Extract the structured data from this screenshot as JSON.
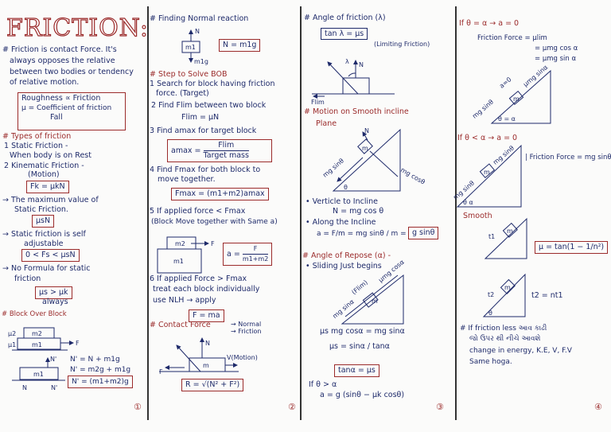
{
  "col1": {
    "title": "FRICTION:",
    "intro": [
      "# Friction is contact Force. It's",
      "always opposes the relative",
      "between two bodies or tendency",
      "of relative motion."
    ],
    "box1": [
      "Roughness ∝ Friction",
      "μ = Coefficient of friction",
      "Fall"
    ],
    "types_heading": "# Types of friction",
    "types": [
      "1 Static Friction -",
      "When body is on Rest",
      "2 Kinematic Friction -",
      "(Motion)"
    ],
    "fk": "Fk = μkN",
    "max_static": [
      "→ The maximum value of",
      "Static Friction."
    ],
    "max_static_box": "μsN",
    "self_adjust": [
      "→ Static friction is self",
      "adjustable"
    ],
    "self_adjust_box": "0 < Fs < μsN",
    "no_formula": [
      "→ No Formula for static",
      "friction"
    ],
    "mus_box": "μs > μk",
    "always": "always",
    "bob_heading": "# Block Over Block",
    "diagram": {
      "m2": "m2",
      "m1": "m1",
      "mu2": "μ2",
      "mu1": "μ1",
      "F": "F",
      "N": "N",
      "Nprime": "N'",
      "Nprime_up": "N'"
    },
    "eqs": [
      "N' = N + m1g",
      "N' = m2g + m1g"
    ],
    "eq_box": "N' = (m1+m2)g",
    "page": "①"
  },
  "col2": {
    "normal_heading": "# Finding Normal reaction",
    "normal_diagram": {
      "N": "N",
      "m1": "m1",
      "weight": "m1g"
    },
    "normal_box": "N = m1g",
    "steps_heading": "# Step to Solve BOB",
    "steps": [
      "1 Search for block having friction",
      "force. (Target)",
      "2 Find Flim between two block",
      "Flim = μN",
      "3 Find amax for target block"
    ],
    "amax": {
      "lhs": "amax =",
      "num": "Flim",
      "den": "Target mass"
    },
    "step4": [
      "4 Find Fmax for both block to",
      "move together."
    ],
    "fmax_box": "Fmax = (m1+m2)amax",
    "step5": [
      "5 If applied force < Fmax",
      "(Block Move together with Same a)"
    ],
    "step5_diagram": {
      "m2": "m2",
      "m1": "m1",
      "F": "F"
    },
    "a_box": {
      "lhs": "a =",
      "num": "F",
      "den": "m1+m2"
    },
    "step6": [
      "6 If applied Force > Fmax",
      "treat each block individually",
      "use NLH → apply"
    ],
    "fma_box": "F = ma",
    "contact_heading": "# Contact Force",
    "contact_types": [
      "→ Normal",
      "→ Friction"
    ],
    "contact_diagram": {
      "N": "N",
      "m": "m",
      "V": "V(Motion)",
      "F": "F"
    },
    "r_box": "R = √(N² + F²)",
    "page": "②"
  },
  "col3": {
    "angle_heading": "# Angle of friction (λ)",
    "tan_box": "tan λ = μs",
    "limiting": "(Limiting Friction)",
    "angle_diagram": {
      "lambda": "λ",
      "N": "N",
      "flim": "Flim"
    },
    "smooth_heading": [
      "# Motion on Smooth incline",
      "Plane"
    ],
    "smooth_diagram": {
      "N": "N",
      "m": "m",
      "mgsin": "mg sinθ",
      "mgcos": "mg cosθ",
      "theta": "θ"
    },
    "perp": [
      "• Verticle to Incline",
      "N = mg cos θ"
    ],
    "along": [
      "• Along the Incline",
      "a = F/m = mg sinθ / m ="
    ],
    "gsin_box": "g sinθ",
    "repose_heading": "# Angle of Repose (α) -",
    "repose_sub": "• Sliding Just begins",
    "repose_diagram": {
      "m": "m",
      "mgsin": "mg sinα",
      "flim": "(Flim)",
      "mgcos": "μmg cosα"
    },
    "repose_eqs": [
      "μs mg cosα = mg sinα",
      "μs = sinα / tanα"
    ],
    "tan_alpha_box": "tanα = μs",
    "if_greater": [
      "If θ > α",
      "a = g (sinθ − μk cosθ)"
    ],
    "page": "③"
  },
  "col4": {
    "case1_heading": "If θ = α → a = 0",
    "case1_lines": [
      "Friction Force = μlim",
      "= μmg cos α",
      "= μmg sin α"
    ],
    "case1_diagram": {
      "a0": "a=0",
      "m": "m",
      "mgsin": "mg sinθ",
      "top": "μmg sinα",
      "angle": "θ = α"
    },
    "case2_heading": "If θ < α → a = 0",
    "case2_diagram": {
      "m": "m",
      "mgsin": "mg sinθ",
      "mgsin2": "mg sinθ",
      "angle": "θ  α"
    },
    "case2_note": "| Friction Force = mg sinθ",
    "smooth_heading": "Smooth",
    "smooth_diagram": {
      "m": "m",
      "t1": "t1"
    },
    "mu_box": "μ = tan(1 − 1/n²)",
    "rough_diagram": {
      "m": "m",
      "t2": "t2",
      "theta": "θ"
    },
    "t2_eq": "t2 = nt1",
    "note": [
      "# If friction less આવ કાઢી",
      "જો ઉપર થી નીચે આવશે",
      "change in energy, K.E, V, F.V",
      "Same hoga."
    ],
    "page": "④"
  },
  "colors": {
    "ink": "#1e2a6a",
    "accent": "#9b2b2b",
    "paper": "#fbfbfa"
  }
}
